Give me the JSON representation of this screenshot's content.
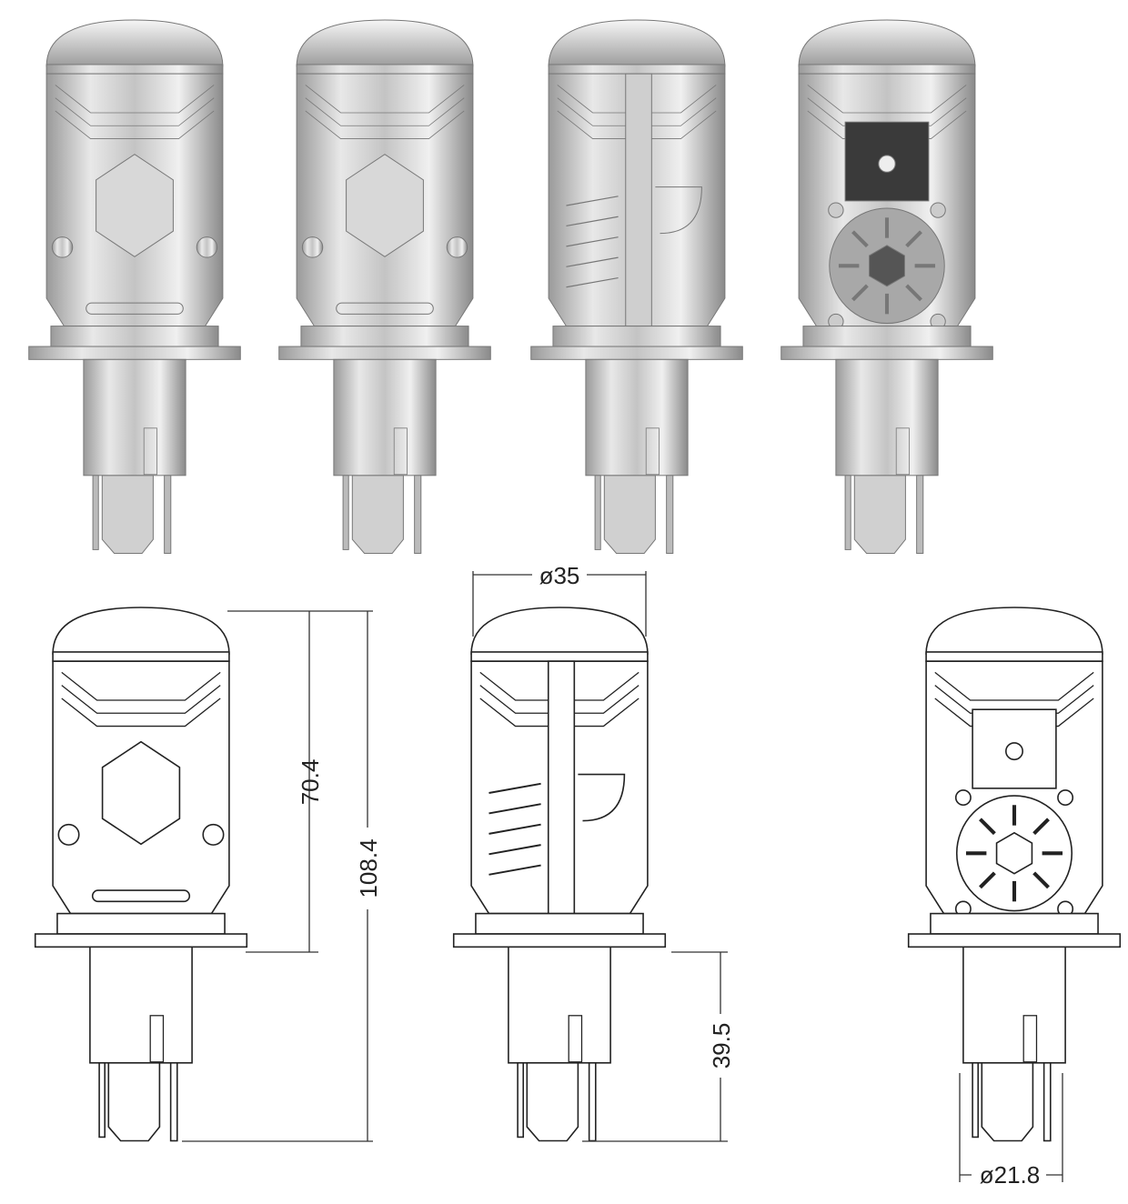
{
  "title": "H4 mini projector LED bulb dimension drawing",
  "renders": [
    "front",
    "front-angled",
    "side",
    "back"
  ],
  "drawings": [
    "front",
    "side",
    "back"
  ],
  "dimensions": {
    "lens_diameter": "ø35",
    "body_height": "70.4",
    "total_height": "108.4",
    "base_height": "39.5",
    "base_diameter": "ø21.8"
  },
  "colors": {
    "silver_light": "#e4e4e4",
    "silver_dark": "#8a8a8a",
    "line": "#222222"
  }
}
